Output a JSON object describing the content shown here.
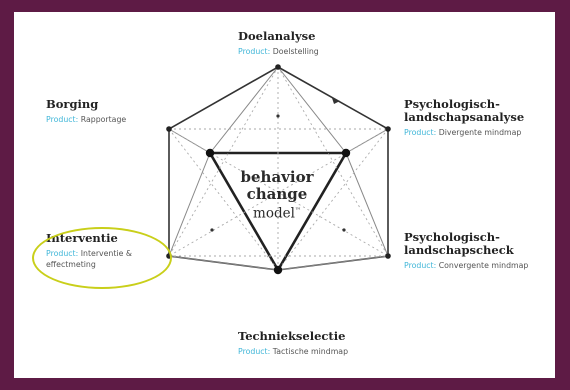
{
  "colors": {
    "frame": "#5e1b45",
    "card": "#ffffff",
    "accent_label": "#3fb6d8",
    "highlight": "#c9cf1a"
  },
  "center": {
    "line1": "behavior",
    "line2": "change",
    "line3": "model",
    "trademark": "™"
  },
  "nodes": {
    "doelanalyse": {
      "title": "Doelanalyse",
      "product_label": "Product:",
      "product_value": "Doelstelling"
    },
    "landschapsanalyse": {
      "title": "Psychologisch-\nlandschapsanalyse",
      "product_label": "Product:",
      "product_value": "Divergente mindmap"
    },
    "landschapscheck": {
      "title": "Psychologisch-\nlandschapscheck",
      "product_label": "Product:",
      "product_value": "Convergente mindmap"
    },
    "techniekselectie": {
      "title": "Techniekselectie",
      "product_label": "Product:",
      "product_value": "Tactische mindmap"
    },
    "interventie": {
      "title": "Interventie",
      "product_label": "Product:",
      "product_value": "Interventie &\neffectmeting"
    },
    "borging": {
      "title": "Borging",
      "product_label": "Product:",
      "product_value": "Rapportage"
    }
  }
}
